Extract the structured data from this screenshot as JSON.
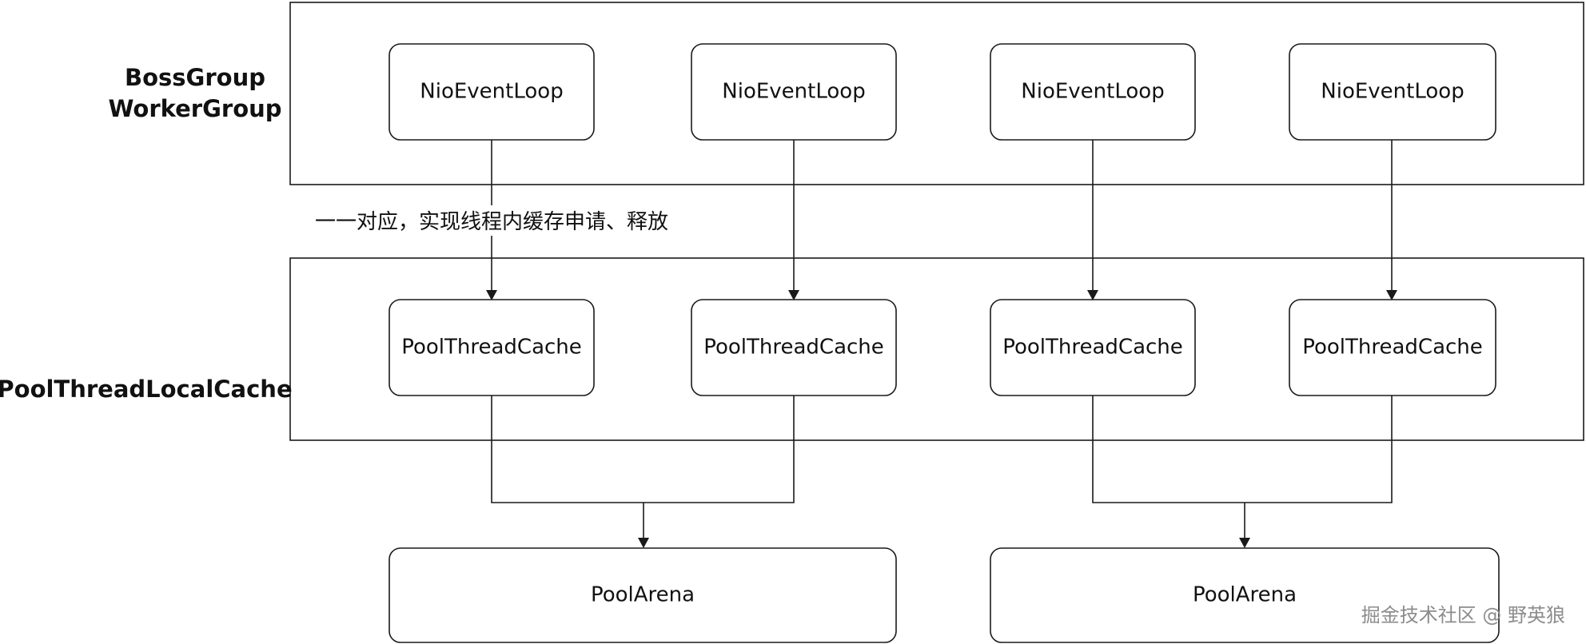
{
  "groups": {
    "event_loop_group": {
      "labels": [
        "BossGroup",
        "WorkerGroup"
      ]
    },
    "thread_local_cache_group": {
      "label": "PoolThreadLocalCache"
    }
  },
  "event_loops": [
    {
      "label": "NioEventLoop"
    },
    {
      "label": "NioEventLoop"
    },
    {
      "label": "NioEventLoop"
    },
    {
      "label": "NioEventLoop"
    }
  ],
  "thread_caches": [
    {
      "label": "PoolThreadCache"
    },
    {
      "label": "PoolThreadCache"
    },
    {
      "label": "PoolThreadCache"
    },
    {
      "label": "PoolThreadCache"
    }
  ],
  "arenas": [
    {
      "label": "PoolArena"
    },
    {
      "label": "PoolArena"
    }
  ],
  "annotation": "一一对应，实现线程内缓存申请、释放",
  "watermark": "掘金技术社区 @ 野英狼"
}
